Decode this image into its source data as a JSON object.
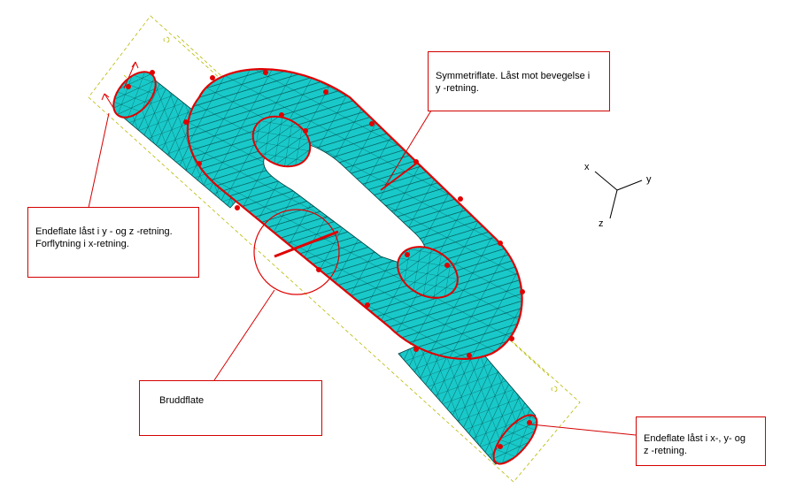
{
  "annotations": {
    "symmetry": {
      "line1": "Symmetriflate. Låst mot bevegelse i",
      "line2": "y -retning."
    },
    "end_left": {
      "line1": "Endeflate låst i y - og z -retning.",
      "line2": "Forflytning i x-retning."
    },
    "fracture": {
      "line1": "Bruddflate"
    },
    "end_right": {
      "line1": "Endeflate låst i x-, y- og",
      "line2": "z -retning."
    }
  },
  "axes": {
    "x": "x",
    "y": "y",
    "z": "z"
  },
  "colors": {
    "mesh_fill": "#19c9c9",
    "mesh_fill_dark": "#0fa8a8",
    "mesh_line": "#003c3c",
    "constraint": "#e00000",
    "callout_border": "#d40000",
    "guide": "#b8b800"
  }
}
